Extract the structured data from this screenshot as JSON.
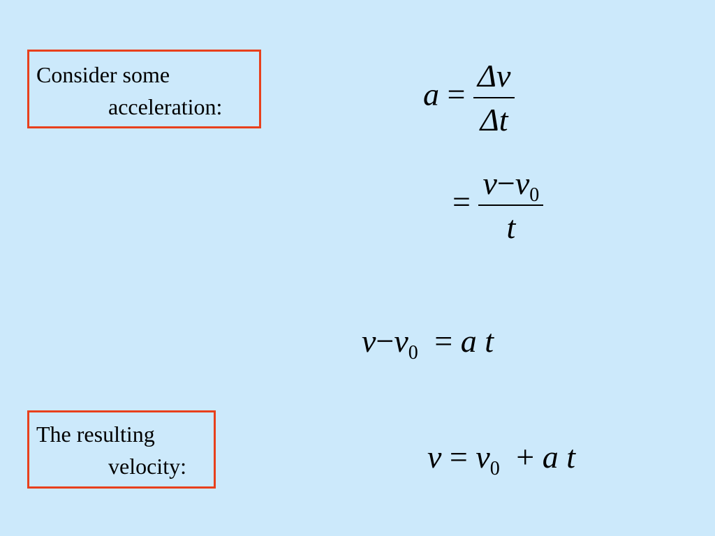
{
  "boxes": {
    "consider": {
      "line1": "Consider some",
      "line2": "acceleration:"
    },
    "resulting": {
      "line1": "The resulting",
      "line2": "velocity:"
    }
  },
  "equations": {
    "eq1": {
      "lhs": "a",
      "equals": "=",
      "num": "Δv",
      "den": "Δt"
    },
    "eq2": {
      "equals": "=",
      "num_v": "v",
      "minus": "−",
      "num_v0": "v",
      "num_sub": "0",
      "den": "t"
    },
    "eq3": {
      "v": "v",
      "minus": "−",
      "v0": "v",
      "sub": "0",
      "equals": "=",
      "a": "a",
      "t": "t"
    },
    "eq4": {
      "v": "v",
      "equals": "=",
      "v0": "v",
      "sub": "0",
      "plus": "+",
      "a": "a",
      "t": "t"
    }
  },
  "colors": {
    "background": "#cce9fb",
    "box_border": "#e8401c"
  }
}
